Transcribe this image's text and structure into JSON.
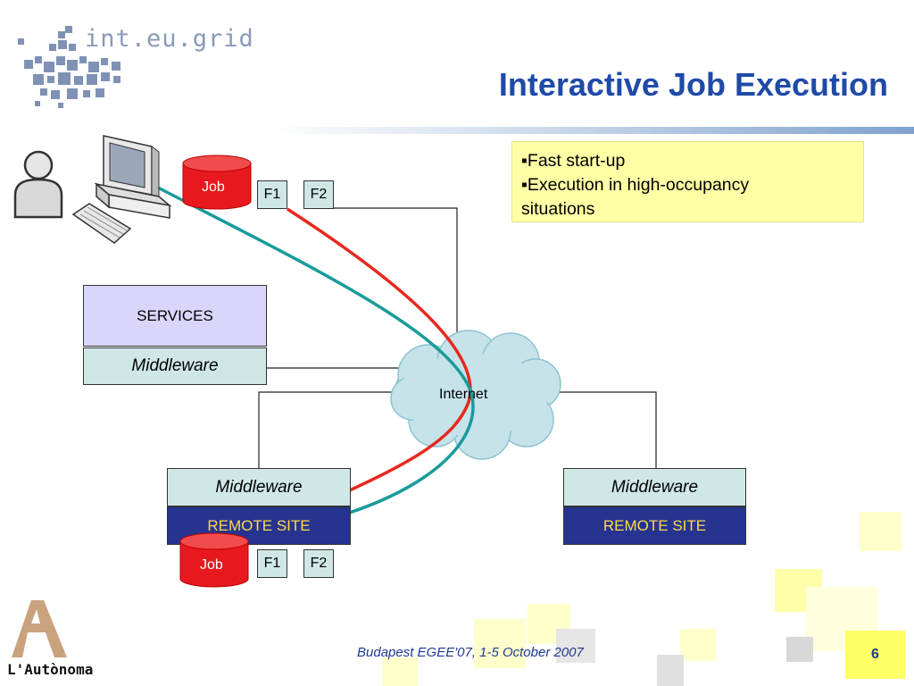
{
  "slide": {
    "title": "Interactive Job Execution",
    "logo_text": "int.eu.grid",
    "footer": "Budapest EGEE'07, 1-5 October 2007",
    "page_number": "6",
    "university_label": "L'Autònoma"
  },
  "bullets": [
    "▪Fast start-up",
    "▪Execution in high-occupancy",
    "situations"
  ],
  "diagram": {
    "job_top": "Job",
    "f1_top": "F1",
    "f2_top": "F2",
    "services": "SERVICES",
    "middleware_left": "Middleware",
    "internet": "Internet",
    "middleware_site1": "Middleware",
    "remote_site1": "REMOTE SITE",
    "middleware_site2": "Middleware",
    "remote_site2": "REMOTE SITE",
    "job_bottom": "Job",
    "f1_bottom": "F1",
    "f2_bottom": "F2"
  },
  "colors": {
    "title": "#1f4aa8",
    "arrow_red": "#e8281e",
    "arrow_teal": "#1a9b9b",
    "job_cylinder": "#e8191e",
    "remote_site": "#26348f"
  }
}
